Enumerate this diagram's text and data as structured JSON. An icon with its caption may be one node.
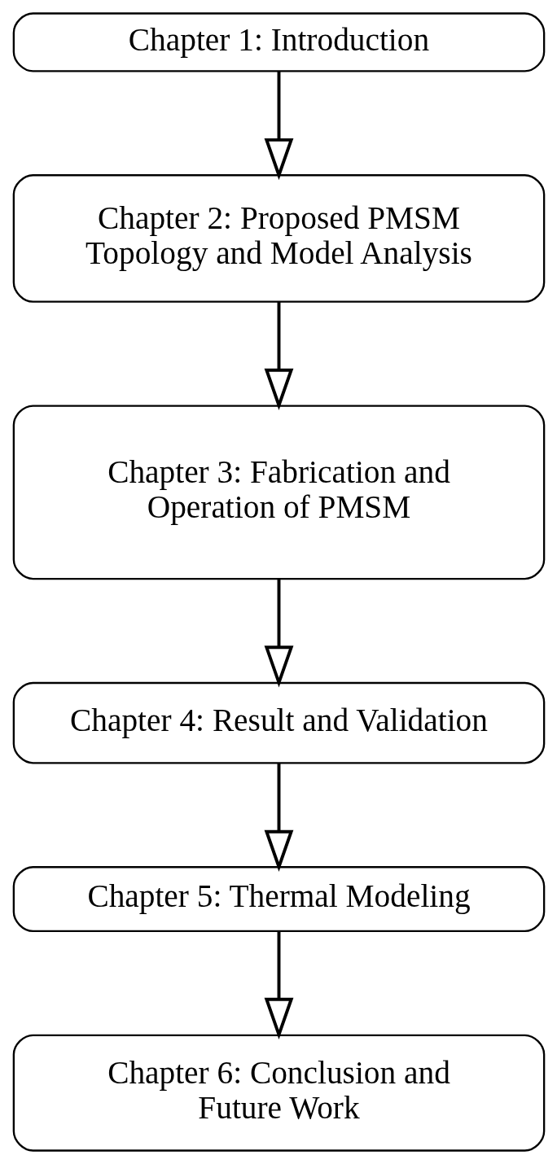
{
  "diagram": {
    "nodes": [
      {
        "text": [
          "Chapter 1: Introduction"
        ]
      },
      {
        "text": [
          "Chapter 2: Proposed PMSM Topology and Model Analysis"
        ]
      },
      {
        "text": [
          "Chapter 3: Fabrication and Operation of PMSM"
        ]
      },
      {
        "text": [
          "Chapter 4: Result and Validation"
        ]
      },
      {
        "text": [
          "Chapter 5: Thermal Modeling"
        ]
      },
      {
        "text": [
          "Chapter 6: Conclusion and Future Work"
        ]
      }
    ],
    "edges": [
      {
        "from": 0,
        "to": 1,
        "arrow": "to"
      },
      {
        "from": 1,
        "to": 2,
        "arrow": "to"
      },
      {
        "from": 2,
        "to": 3,
        "arrow": "to"
      },
      {
        "from": 3,
        "to": 4,
        "arrow": "to"
      },
      {
        "from": 4,
        "to": 5,
        "arrow": "to"
      }
    ]
  }
}
